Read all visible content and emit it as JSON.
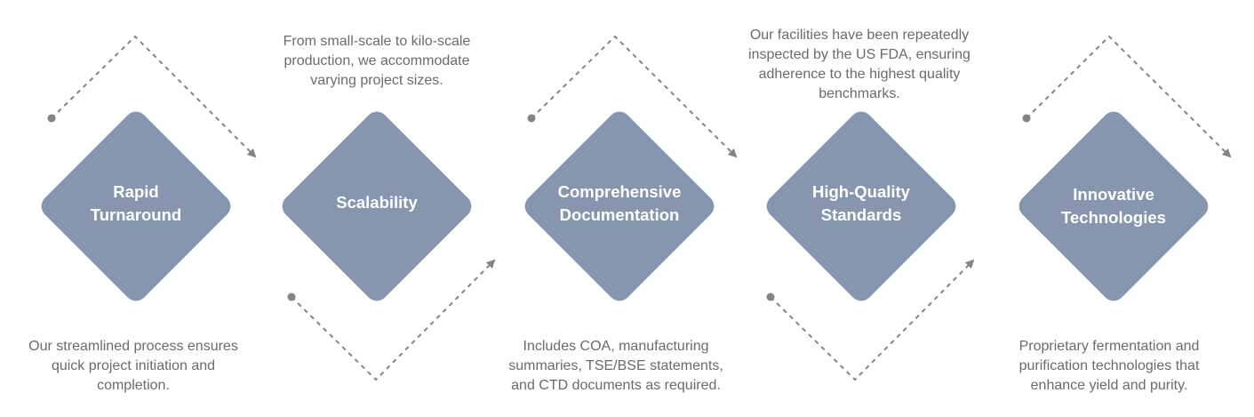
{
  "colors": {
    "diamond": "#8596ae",
    "connector": "#848484",
    "label": "#ffffff",
    "description": "#6b6b6b"
  },
  "steps": [
    {
      "title_lines": [
        "Rapid",
        "Turnaround"
      ],
      "description_lines": [
        "Our streamlined process ensures",
        "quick project initiation and",
        "completion."
      ],
      "description_position": "below"
    },
    {
      "title_lines": [
        "Scalability"
      ],
      "description_lines": [
        "From small-scale to kilo-scale",
        "production, we accommodate",
        "varying project sizes."
      ],
      "description_position": "above"
    },
    {
      "title_lines": [
        "Comprehensive",
        "Documentation"
      ],
      "description_lines": [
        "Includes COA, manufacturing",
        "summaries, TSE/BSE statements,",
        "and CTD documents as required."
      ],
      "description_position": "below"
    },
    {
      "title_lines": [
        "High-Quality",
        "Standards"
      ],
      "description_lines": [
        "Our facilities have been repeatedly",
        "inspected by the US FDA, ensuring",
        "adherence to the highest quality",
        "benchmarks."
      ],
      "description_position": "above"
    },
    {
      "title_lines": [
        "Innovative",
        "Technologies"
      ],
      "description_lines": [
        "Proprietary fermentation and",
        "purification technologies that",
        "enhance yield and purity."
      ],
      "description_position": "below"
    }
  ],
  "connector_icons": [
    "arrowhead-icon",
    "dot-icon"
  ]
}
